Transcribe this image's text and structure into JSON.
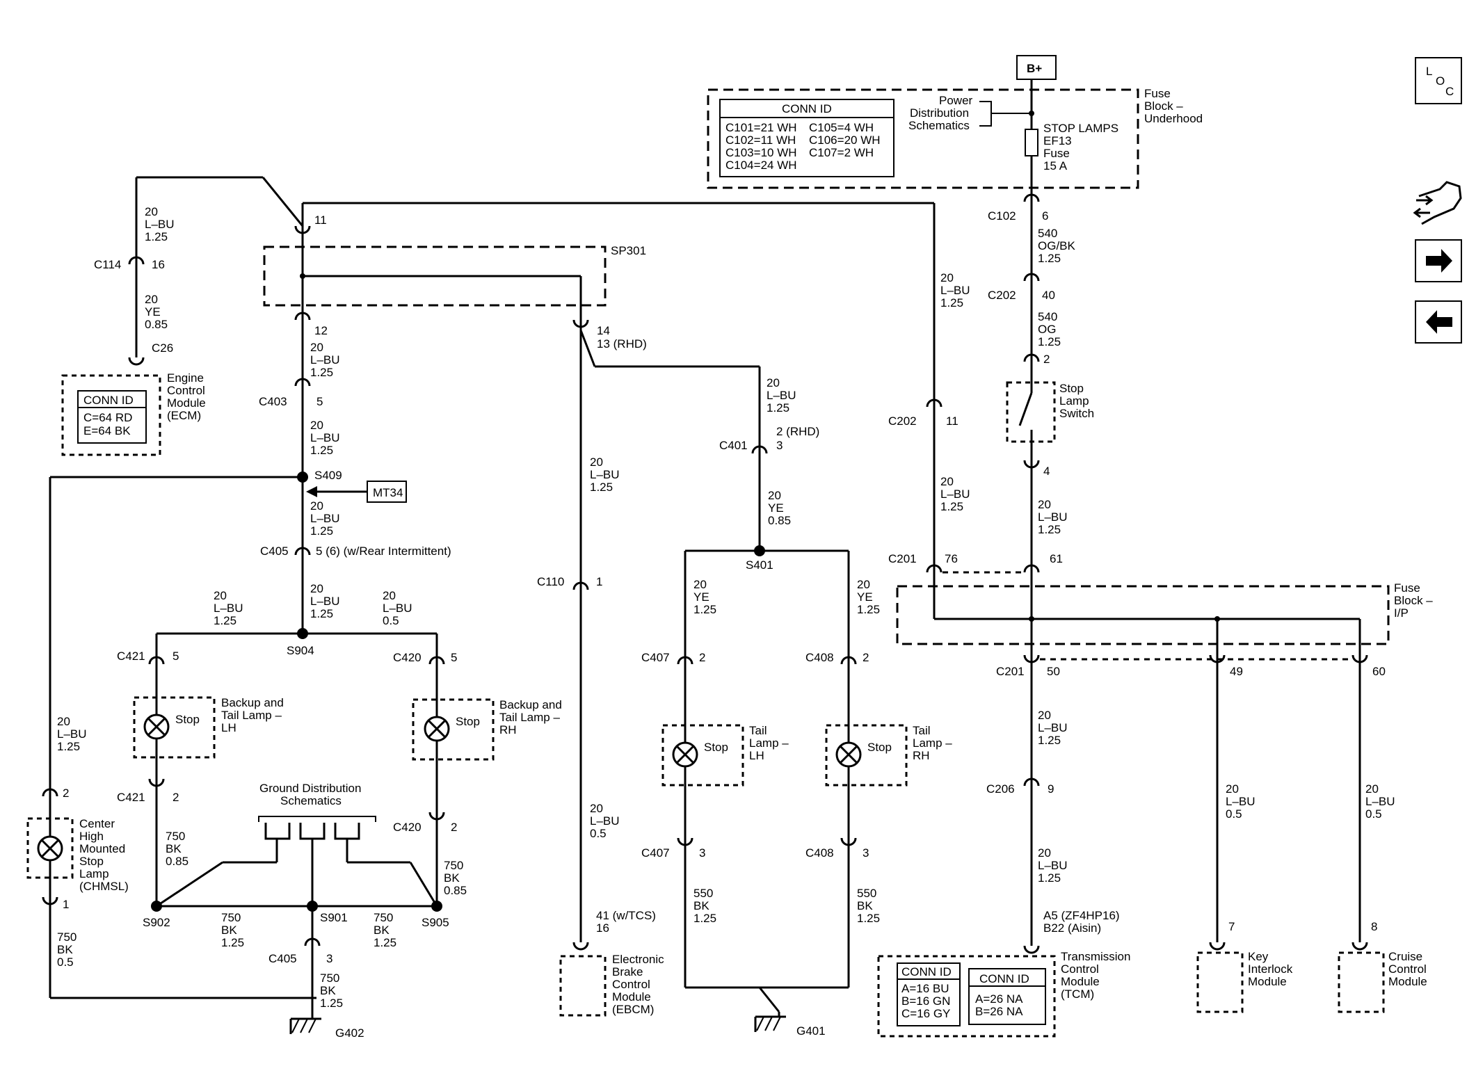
{
  "nav": {
    "loc": [
      "L",
      "O",
      "C"
    ]
  },
  "power": {
    "bplus": "B+",
    "fuse_block_underhood": [
      "Fuse",
      "Block –",
      "Underhood"
    ],
    "power_distribution": [
      "Power",
      "Distribution",
      "Schematics"
    ],
    "conn_id_title": "CONN ID",
    "conn_id_left": [
      "C101=21 WH",
      "C102=11 WH",
      "C103=10 WH",
      "C104=24 WH"
    ],
    "conn_id_right": [
      "C105=4 WH",
      "C106=20 WH",
      "C107=2 WH"
    ],
    "fuse_label": [
      "STOP LAMPS",
      "EF13",
      "Fuse",
      "15 A"
    ]
  },
  "connectors": {
    "c102": "C102",
    "c102_pin": "6",
    "c202a": "C202",
    "c202a_pin": "40",
    "c202b": "C202",
    "c202b_pin": "11",
    "c201a": "C201",
    "c201a_pin1": "76",
    "c201a_pin2": "61",
    "c201b": "C201",
    "c201b_pin1": "50",
    "c201b_pin2": "49",
    "c201b_pin3": "60",
    "c206": "C206",
    "c206_pin": "9",
    "c114": "C114",
    "c114_pin": "16",
    "c26": "C26",
    "c403": "C403",
    "c403_pin": "5",
    "c405a": "C405",
    "c405a_pin": "5 (6) (w/Rear Intermittent)",
    "c405b": "C405",
    "c405b_pin": "3",
    "c421a": "C421",
    "c421a_pin": "5",
    "c421b": "C421",
    "c421b_pin": "2",
    "c420a": "C420",
    "c420a_pin": "5",
    "c420b": "C420",
    "c420b_pin": "2",
    "c110": "C110",
    "c110_pin": "1",
    "c401": "C401",
    "c401_pin": "3",
    "c401_rhd": "2 (RHD)",
    "c407a": "C407",
    "c407a_pin": "2",
    "c407b": "C407",
    "c407b_pin": "3",
    "c408a": "C408",
    "c408a_pin": "2",
    "c408b": "C408",
    "c408b_pin": "3",
    "pin11": "11",
    "pin12": "12",
    "pin14": "14",
    "pin13rhd": "13 (RHD)",
    "ssw_pin2": "2",
    "ssw_pin4": "4",
    "chmsl_pin2": "2",
    "chmsl_pin1": "1",
    "tcm_pin": [
      "A5 (ZF4HP16)",
      "B22 (Aisin)"
    ],
    "ebcm_pin": [
      "41 (w/TCS)",
      "16"
    ],
    "key_pin": "7",
    "cruise_pin": "8"
  },
  "splices": {
    "sp301": "SP301",
    "s409": "S409",
    "s904": "S904",
    "s902": "S902",
    "s901": "S901",
    "s905": "S905",
    "s401": "S401",
    "mt34": "MT34"
  },
  "wires": {
    "w540ogbk": [
      "540",
      "OG/BK",
      "1.25"
    ],
    "w540og": [
      "540",
      "OG",
      "1.25"
    ],
    "w20lbu125": [
      "20",
      "L–BU",
      "1.25"
    ],
    "w20lbu05": [
      "20",
      "L–BU",
      "0.5"
    ],
    "w20ye085": [
      "20",
      "YE",
      "0.85"
    ],
    "w20ye125": [
      "20",
      "YE",
      "1.25"
    ],
    "w750bk085": [
      "750",
      "BK",
      "0.85"
    ],
    "w750bk125": [
      "750",
      "BK",
      "1.25"
    ],
    "w750bk05": [
      "750",
      "BK",
      "0.5"
    ],
    "w550bk125": [
      "550",
      "BK",
      "1.25"
    ]
  },
  "components": {
    "ecm": [
      "Engine",
      "Control",
      "Module",
      "(ECM)"
    ],
    "ecm_conn_title": "CONN ID",
    "ecm_conn": [
      "C=64 RD",
      "E=64 BK"
    ],
    "stop_switch": [
      "Stop",
      "Lamp",
      "Switch"
    ],
    "fuse_block_ip": [
      "Fuse",
      "Block –",
      "I/P"
    ],
    "backup_lh": [
      "Backup and",
      "Tail Lamp –",
      "LH"
    ],
    "backup_rh": [
      "Backup and",
      "Tail Lamp –",
      "RH"
    ],
    "stop": "Stop",
    "tail_lh": [
      "Tail",
      "Lamp –",
      "LH"
    ],
    "tail_rh": [
      "Tail",
      "Lamp –",
      "RH"
    ],
    "chmsl": [
      "Center",
      "High",
      "Mounted",
      "Stop",
      "Lamp",
      "(CHMSL)"
    ],
    "ground_dist": [
      "Ground Distribution",
      "Schematics"
    ],
    "ebcm": [
      "Electronic",
      "Brake",
      "Control",
      "Module",
      "(EBCM)"
    ],
    "tcm": [
      "Transmission",
      "Control",
      "Module",
      "(TCM)"
    ],
    "tcm_conn1_title": "CONN ID",
    "tcm_conn1": [
      "A=16 BU",
      "B=16 GN",
      "C=16 GY"
    ],
    "tcm_conn2_title": "CONN ID",
    "tcm_conn2": [
      "A=26 NA",
      "B=26 NA"
    ],
    "key_interlock": [
      "Key",
      "Interlock",
      "Module"
    ],
    "cruise": [
      "Cruise",
      "Control",
      "Module"
    ],
    "g401": "G401",
    "g402": "G402"
  }
}
